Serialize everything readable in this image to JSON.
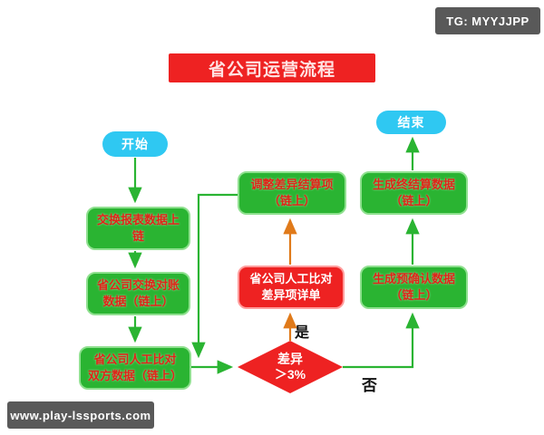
{
  "colors": {
    "green": "#2ab432",
    "cyan": "#2fc8f2",
    "red": "#ee2222",
    "orange": "#e07a1a",
    "badge_bg": "#595959",
    "box_text": "#e02418"
  },
  "watermarks": {
    "tg_badge": "TG: MYYJJPP",
    "site_badge": "www.play-lssports.com"
  },
  "flowchart": {
    "title": "省公司运营流程",
    "nodes": {
      "start": {
        "label": "开始"
      },
      "end": {
        "label": "结束"
      },
      "exchange_report": {
        "lines": [
          "交换报表数据上",
          "链"
        ]
      },
      "exchange_recon": {
        "lines": [
          "省公司交换对账",
          "数据（链上）"
        ]
      },
      "manual_compare": {
        "lines": [
          "省公司人工比对",
          "双方数据（链上）"
        ]
      },
      "adjust_settlement": {
        "lines": [
          "调整差异结算项",
          "（链上）"
        ]
      },
      "compare_diff_detail": {
        "lines": [
          "省公司人工比对",
          "差异项详单"
        ]
      },
      "decision": {
        "lines": [
          "差异",
          "＞3%"
        ]
      },
      "final_settlement": {
        "lines": [
          "生成终结算数据",
          "（链上）"
        ]
      },
      "pre_confirm": {
        "lines": [
          "生成预确认数据",
          "（链上）"
        ]
      }
    },
    "edge_labels": {
      "yes": "是",
      "no": "否"
    }
  }
}
